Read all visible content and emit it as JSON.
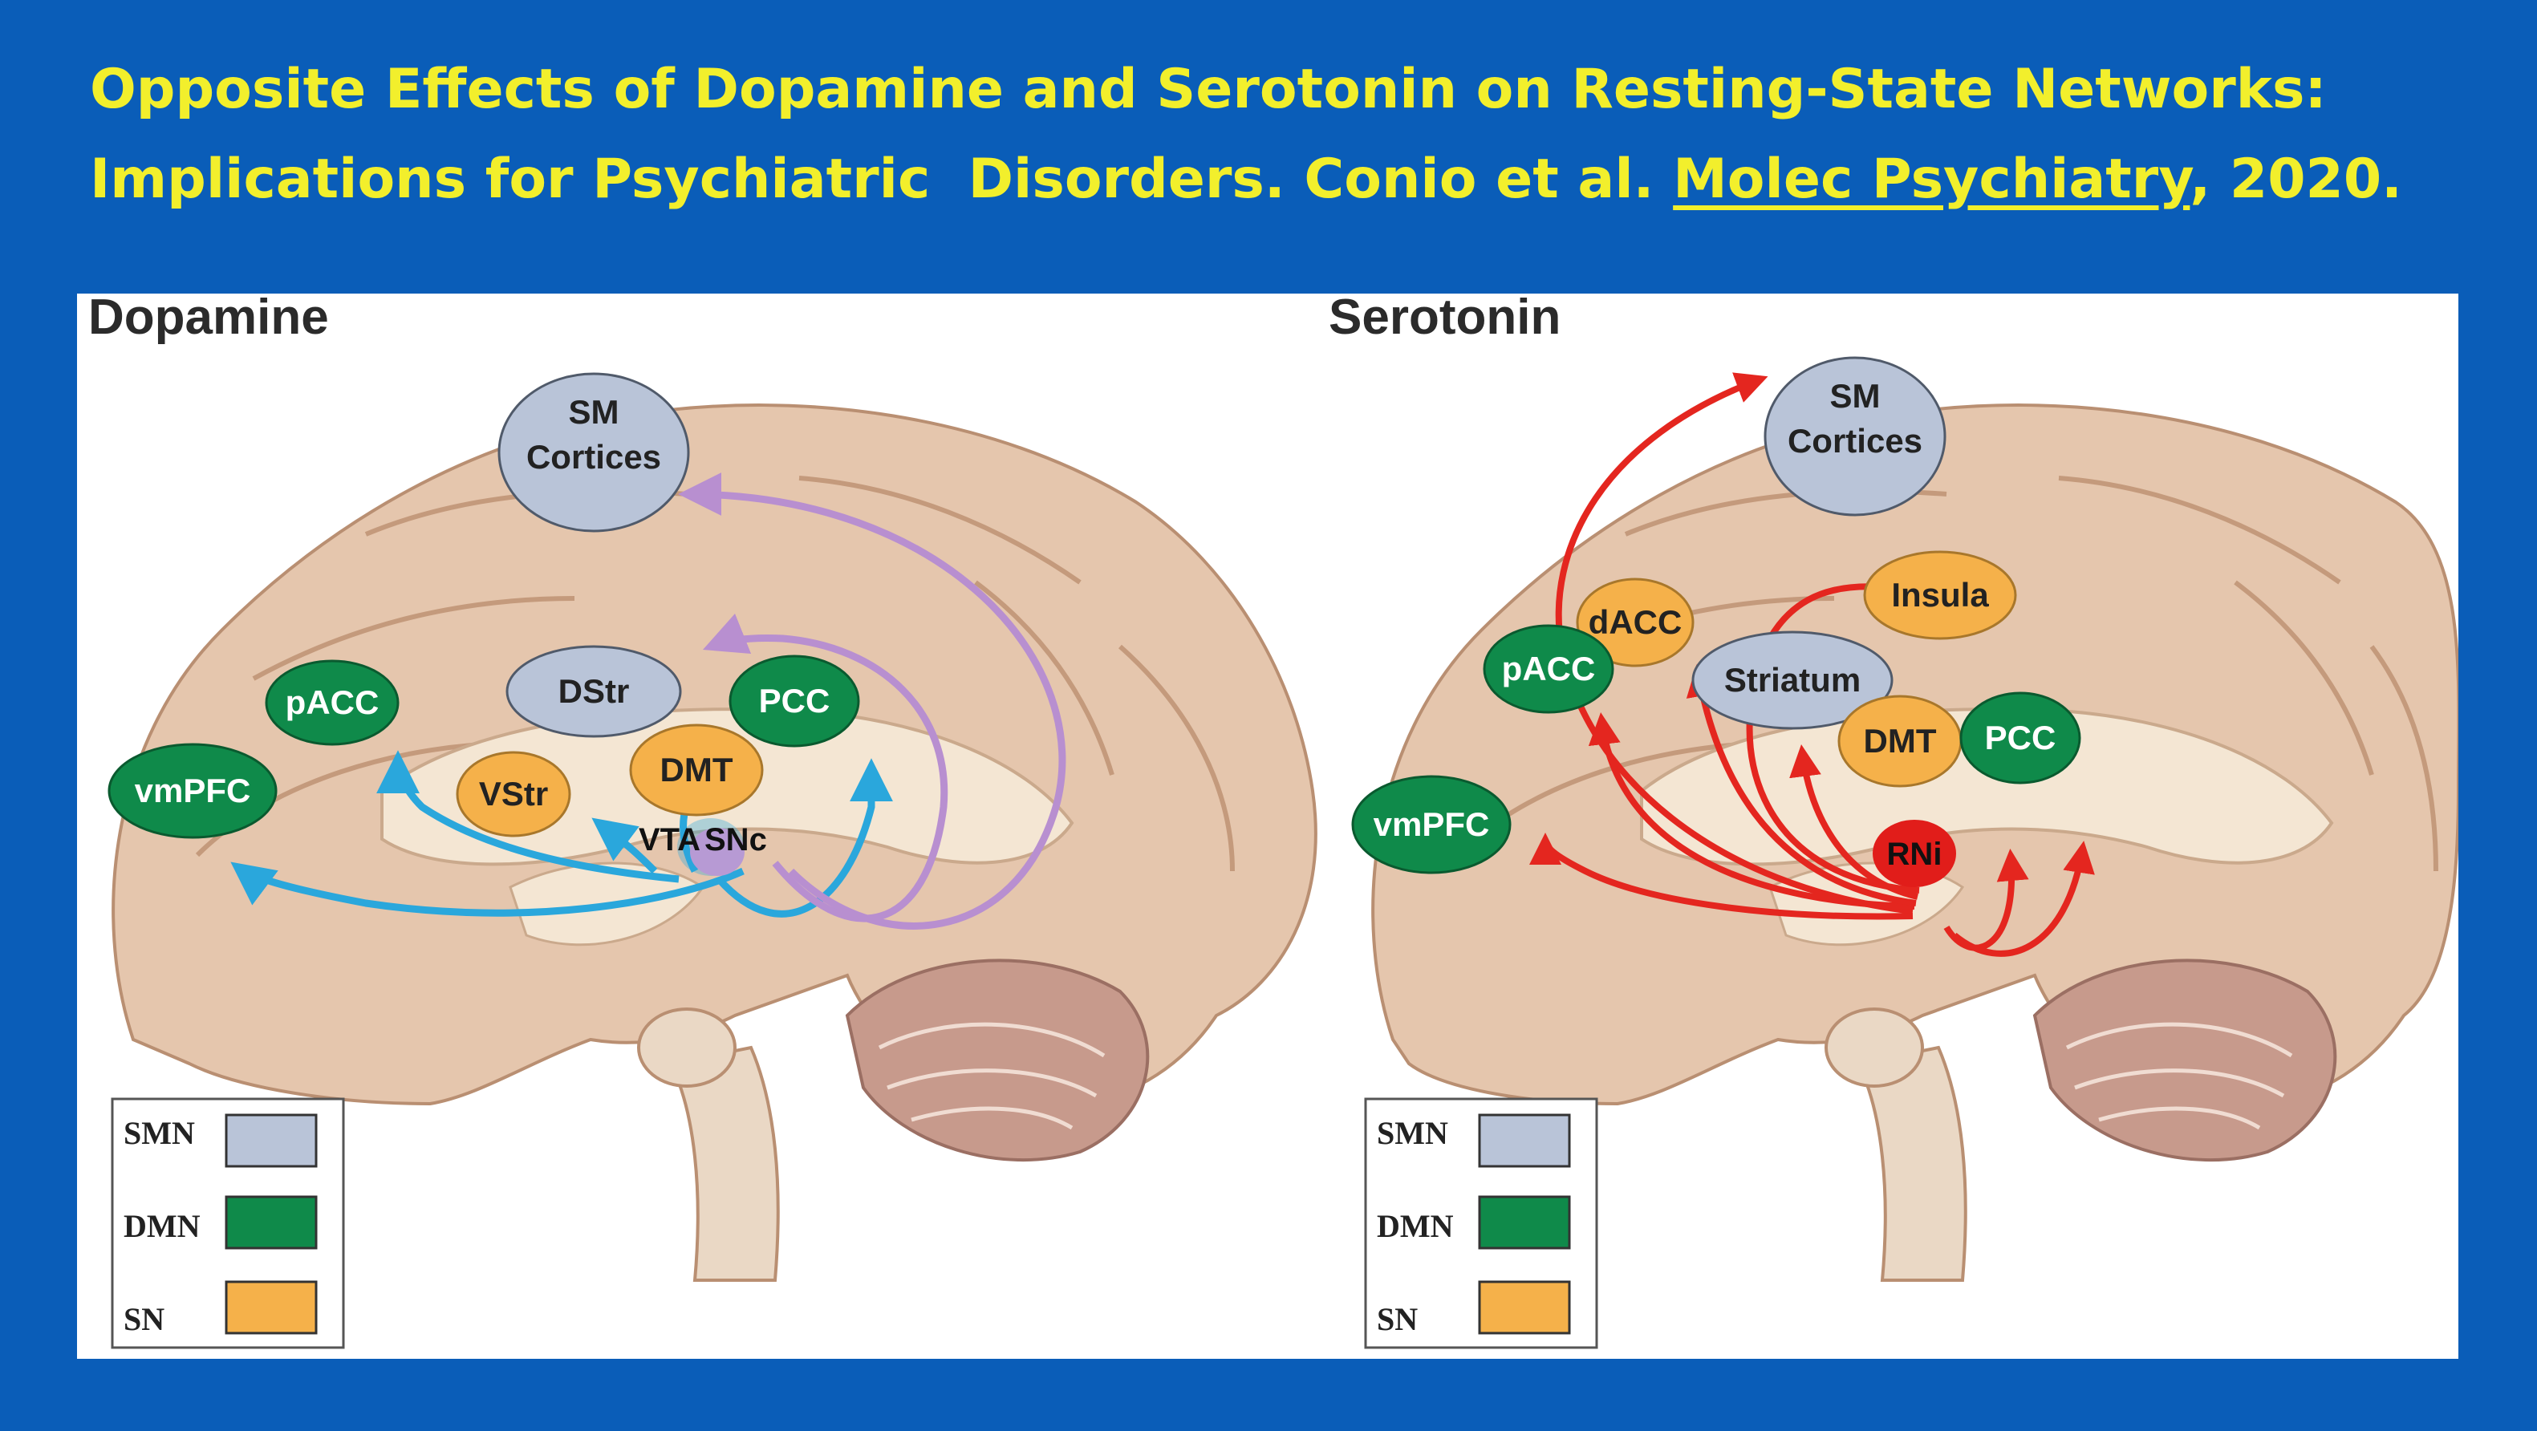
{
  "title": {
    "line1": "Opposite Effects of Dopamine and Serotonin on Resting-State Networks:",
    "line2_pre": "Implications for Psychiatric  Disorders. Conio et al. ",
    "line2_journal": "Molec Psychiatry",
    "line2_post": ", 2020."
  },
  "colors": {
    "background": "#0a5db8",
    "title_text": "#f2ef2c",
    "smn": "#b9c4d8",
    "dmn": "#0f8a4a",
    "sn": "#f5b14a",
    "dopamine_arrow_mesolimbic": "#2aa7dc",
    "dopamine_arrow_nigrostriatal": "#b88fd0",
    "serotonin_arrow": "#e4261f",
    "rni_node": "#e11d1a",
    "vta_snc_node": "#b79ad4"
  },
  "panels": {
    "dopamine": {
      "heading": "Dopamine",
      "nodes": {
        "sm_cortices_line1": "SM",
        "sm_cortices_line2": "Cortices",
        "pacc": "pACC",
        "vmpfc": "vmPFC",
        "dstr": "DStr",
        "vstr": "VStr",
        "dmt": "DMT",
        "pcc": "PCC",
        "vta": "VTA",
        "snc": "SNc"
      },
      "legend": [
        {
          "label": "SMN",
          "color": "#b9c4d8"
        },
        {
          "label": "DMN",
          "color": "#0f8a4a"
        },
        {
          "label": "SN",
          "color": "#f5b14a"
        }
      ]
    },
    "serotonin": {
      "heading": "Serotonin",
      "nodes": {
        "sm_cortices_line1": "SM",
        "sm_cortices_line2": "Cortices",
        "insula": "Insula",
        "dacc": "dACC",
        "pacc": "pACC",
        "striatum": "Striatum",
        "dmt": "DMT",
        "pcc": "PCC",
        "vmpfc": "vmPFC",
        "rni": "RNi"
      },
      "legend": [
        {
          "label": "SMN",
          "color": "#b9c4d8"
        },
        {
          "label": "DMN",
          "color": "#0f8a4a"
        },
        {
          "label": "SN",
          "color": "#f5b14a"
        }
      ]
    }
  }
}
